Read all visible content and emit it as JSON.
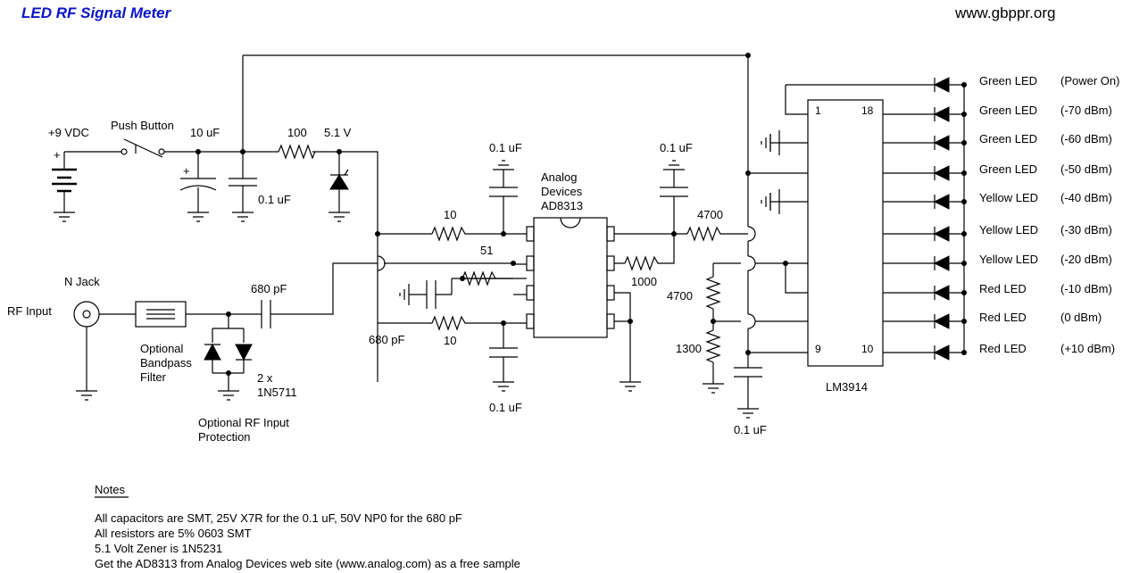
{
  "title": "LED RF Signal Meter",
  "website": "www.gbppr.org",
  "labels": {
    "supply": "+9 VDC",
    "push_button": "Push Button",
    "cap_10uf": "10 uF",
    "cap_01uf_supply": "0.1 uF",
    "res_100": "100",
    "zener_51v": "5.1 V",
    "n_jack": "N Jack",
    "rf_input": "RF Input",
    "cap_680pf_in": "680 pF",
    "opt_bandpass_1": "Optional",
    "opt_bandpass_2": "Bandpass",
    "opt_bandpass_3": "Filter",
    "diodes_1": "2 x",
    "diodes_2": "1N5711",
    "opt_protection_1": "Optional RF Input",
    "opt_protection_2": "Protection",
    "cap_01uf_top1": "0.1 uF",
    "res_10_top": "10",
    "res_51": "51",
    "cap_680pf_low": "680 pF",
    "res_10_bot": "10",
    "cap_01uf_bot": "0.1 uF",
    "ic1_1": "Analog",
    "ic1_2": "Devices",
    "ic1_3": "AD8313",
    "cap_01uf_top2": "0.1 uF",
    "res_1000": "1000",
    "res_4700_h": "4700",
    "res_4700_v": "4700",
    "res_1300": "1300",
    "cap_01uf_right": "0.1 uF",
    "ic2": "LM3914",
    "ic2_pin1": "1",
    "ic2_pin18": "18",
    "ic2_pin9": "9",
    "ic2_pin10": "10"
  },
  "leds": [
    {
      "name": "Green LED",
      "level": "(Power On)"
    },
    {
      "name": "Green LED",
      "level": "(-70 dBm)"
    },
    {
      "name": "Green LED",
      "level": "(-60 dBm)"
    },
    {
      "name": "Green LED",
      "level": "(-50 dBm)"
    },
    {
      "name": "Yellow LED",
      "level": "(-40 dBm)"
    },
    {
      "name": "Yellow LED",
      "level": "(-30 dBm)"
    },
    {
      "name": "Yellow LED",
      "level": "(-20 dBm)"
    },
    {
      "name": "Red LED",
      "level": "(-10 dBm)"
    },
    {
      "name": "Red LED",
      "level": "(0 dBm)"
    },
    {
      "name": "Red LED",
      "level": "(+10 dBm)"
    }
  ],
  "notes": {
    "heading": "Notes",
    "lines": [
      "All capacitors are SMT, 25V X7R for the 0.1 uF, 50V NP0 for the 680 pF",
      "All resistors are 5% 0603 SMT",
      "5.1 Volt Zener is 1N5231",
      "Get the AD8313 from Analog Devices web site (www.analog.com) as a free sample"
    ]
  },
  "colors": {
    "title": "#0a14c8",
    "ink": "#000000"
  }
}
